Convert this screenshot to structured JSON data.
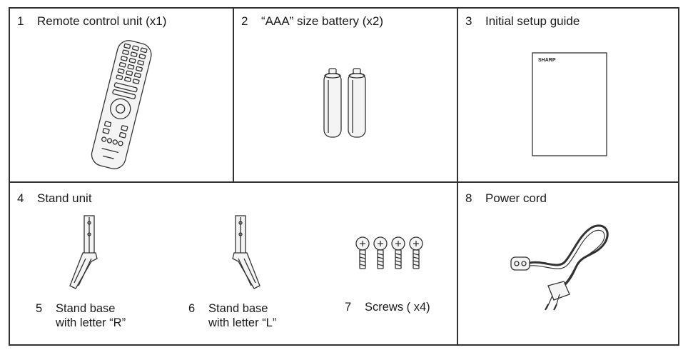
{
  "items": [
    {
      "num": "1",
      "label": "Remote control unit (x1)"
    },
    {
      "num": "2",
      "label": "“AAA” size battery (x2)"
    },
    {
      "num": "3",
      "label": "Initial setup guide"
    },
    {
      "num": "4",
      "label": "Stand unit"
    },
    {
      "num": "8",
      "label": "Power cord"
    }
  ],
  "sub_items": [
    {
      "num": "5",
      "line1": "Stand base",
      "line2": "with letter “R”"
    },
    {
      "num": "6",
      "line1": "Stand base",
      "line2": "with letter “L”"
    },
    {
      "num": "7",
      "line1": "Screws (  x4)"
    }
  ],
  "guide_brand": "SHARP",
  "icons": [
    "remote-control-illustration",
    "battery-illustration",
    "setup-guide-illustration",
    "stand-base-r-illustration",
    "stand-base-l-illustration",
    "screws-illustration",
    "power-cord-illustration"
  ]
}
